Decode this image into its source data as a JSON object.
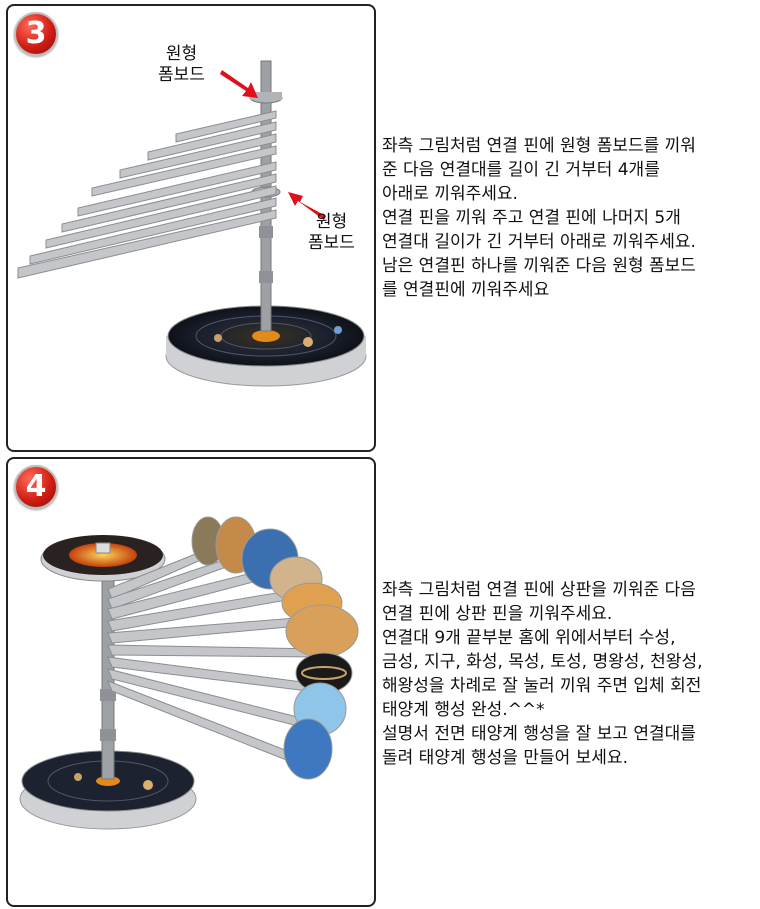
{
  "step3": {
    "badge": "3",
    "callout_top": [
      "원형",
      "폼보드"
    ],
    "callout_right": [
      "원형",
      "폼보드"
    ],
    "description": [
      "좌측 그림처럼 연결 핀에 원형 폼보드를 끼워",
      "준 다음 연결대를 길이 긴 거부터 4개를",
      "아래로 끼워주세요.",
      "연결 핀을 끼워 주고 연결 핀에 나머지 5개",
      "연결대 길이가 긴 거부터 아래로 끼워주세요.",
      "남은 연결핀 하나를 끼워준 다음 원형 폼보드",
      "를 연결핀에 끼워주세요"
    ]
  },
  "step4": {
    "badge": "4",
    "description": [
      "좌측 그림처럼 연결 핀에 상판을 끼워준 다음",
      "연결 핀에 상판 핀을 끼워주세요.",
      "연결대 9개 끝부분 홈에 위에서부터 수성,",
      "금성, 지구, 화성, 목성, 토성, 명왕성, 천왕성,",
      "해왕성을 차례로 잘 눌러 끼워 주면 입체 회전",
      "태양계 행성 완성.^^*",
      "설명서 전면 태양계 행성을 잘 보고 연결대를",
      "돌려 태양계 행성을 만들어 보세요."
    ]
  },
  "colors": {
    "badge_red": "#d21e14",
    "arrow_red": "#e0101a",
    "arm_gray": "#b9bbbe",
    "base_dark": "#1c2230"
  }
}
